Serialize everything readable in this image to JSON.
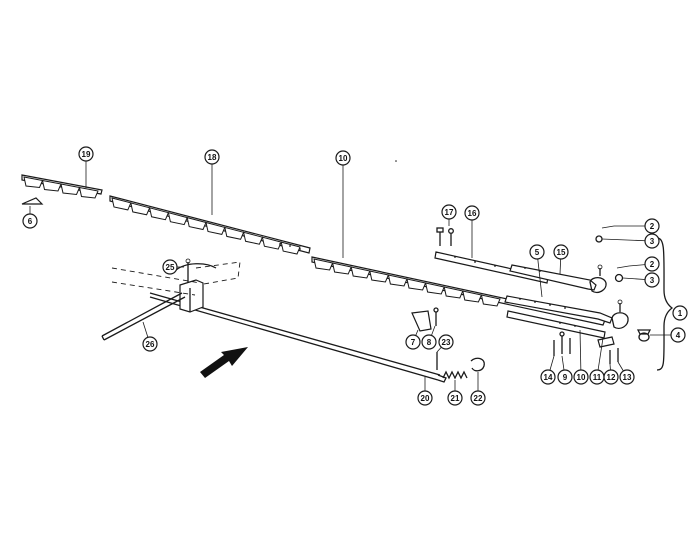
{
  "diagram": {
    "callouts": [
      {
        "id": "c1",
        "label": "1"
      },
      {
        "id": "c2a",
        "label": "2"
      },
      {
        "id": "c2b",
        "label": "2"
      },
      {
        "id": "c3a",
        "label": "3"
      },
      {
        "id": "c3b",
        "label": "3"
      },
      {
        "id": "c4",
        "label": "4"
      },
      {
        "id": "c5",
        "label": "5"
      },
      {
        "id": "c6",
        "label": "6"
      },
      {
        "id": "c7",
        "label": "7"
      },
      {
        "id": "c8",
        "label": "8"
      },
      {
        "id": "c9",
        "label": "9"
      },
      {
        "id": "c10a",
        "label": "10"
      },
      {
        "id": "c10b",
        "label": "10"
      },
      {
        "id": "c11",
        "label": "11"
      },
      {
        "id": "c12",
        "label": "12"
      },
      {
        "id": "c13",
        "label": "13"
      },
      {
        "id": "c14",
        "label": "14"
      },
      {
        "id": "c15",
        "label": "15"
      },
      {
        "id": "c16",
        "label": "16"
      },
      {
        "id": "c17",
        "label": "17"
      },
      {
        "id": "c18",
        "label": "18"
      },
      {
        "id": "c19",
        "label": "19"
      },
      {
        "id": "c20",
        "label": "20"
      },
      {
        "id": "c21",
        "label": "21"
      },
      {
        "id": "c22",
        "label": "22"
      },
      {
        "id": "c23",
        "label": "23"
      },
      {
        "id": "c25",
        "label": "25"
      },
      {
        "id": "c26",
        "label": "26"
      }
    ],
    "direction_arrow": "arrow-left-down-icon"
  }
}
